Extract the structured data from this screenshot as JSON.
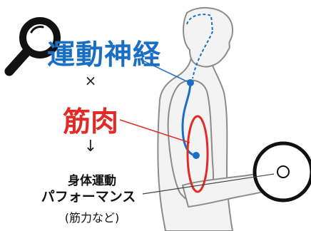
{
  "labels": {
    "motor_nerve": "運動神経",
    "times": "×",
    "muscle": "筋肉",
    "arrow_down": "↓",
    "performance_line1": "身体運動",
    "performance_line2": "パフォーマンス",
    "performance_note": "(筋力など)"
  },
  "colors": {
    "blue": "#1a6fc4",
    "red": "#e02b26",
    "outline": "#8c8c8c",
    "body_fill": "#f3f3f3"
  },
  "icons": {
    "magnifier": "magnifying-glass-icon"
  }
}
